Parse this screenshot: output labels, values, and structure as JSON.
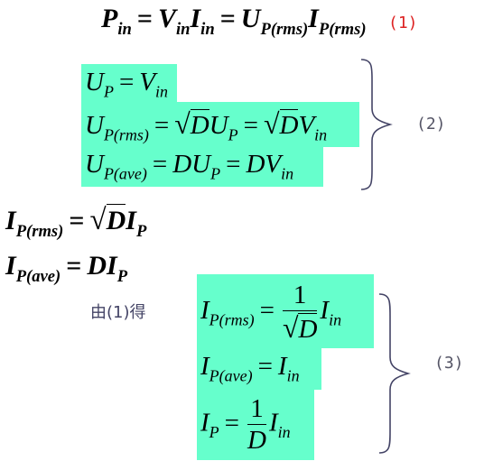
{
  "equation_1": {
    "lhs_var": "P",
    "lhs_sub": "in",
    "v_var": "V",
    "v_sub": "in",
    "i_var": "I",
    "i_sub": "in",
    "u_var": "U",
    "u_sub": "P(rms)",
    "ip_var": "I",
    "ip_sub": "P(rms)",
    "eq": "=",
    "label": "(1)"
  },
  "group_2": {
    "label": "(2)",
    "row1": {
      "lhs_var": "U",
      "lhs_sub": "P",
      "eq": "=",
      "rhs_var": "V",
      "rhs_sub": "in"
    },
    "row2": {
      "lhs_var": "U",
      "lhs_sub": "P(rms)",
      "eq": "=",
      "sqrt": "√",
      "d": "D",
      "mid_var": "U",
      "mid_sub": "P",
      "eq2": "=",
      "sqrt2": "√",
      "d2": "D",
      "rhs_var": "V",
      "rhs_sub": "in"
    },
    "row3": {
      "lhs_var": "U",
      "lhs_sub": "P(ave)",
      "eq": "=",
      "d": "D",
      "mid_var": "U",
      "mid_sub": "P",
      "eq2": "=",
      "d2": "D",
      "rhs_var": "V",
      "rhs_sub": "in"
    }
  },
  "equation_ip_rms": {
    "lhs_var": "I",
    "lhs_sub": "P(rms)",
    "eq": "=",
    "sqrt": "√",
    "d": "D",
    "rhs_var": "I",
    "rhs_sub": "P"
  },
  "equation_ip_ave": {
    "lhs_var": "I",
    "lhs_sub": "P(ave)",
    "eq": "=",
    "d": "D",
    "rhs_var": "I",
    "rhs_sub": "P"
  },
  "derive_note": "由(1)得",
  "group_3": {
    "label": "(3)",
    "row1": {
      "lhs_var": "I",
      "lhs_sub": "P(rms)",
      "eq": "=",
      "num": "1",
      "sqrt": "√",
      "d": "D",
      "rhs_var": "I",
      "rhs_sub": "in"
    },
    "row2": {
      "lhs_var": "I",
      "lhs_sub": "P(ave)",
      "eq": "=",
      "rhs_var": "I",
      "rhs_sub": "in"
    },
    "row3": {
      "lhs_var": "I",
      "lhs_sub": "P",
      "eq": "=",
      "num": "1",
      "den": "D",
      "rhs_var": "I",
      "rhs_sub": "in"
    }
  },
  "colors": {
    "highlight": "#66ffcc",
    "label_1": "#dd2222",
    "label_other": "#555566",
    "brace": "#444466",
    "note": "#444466"
  }
}
